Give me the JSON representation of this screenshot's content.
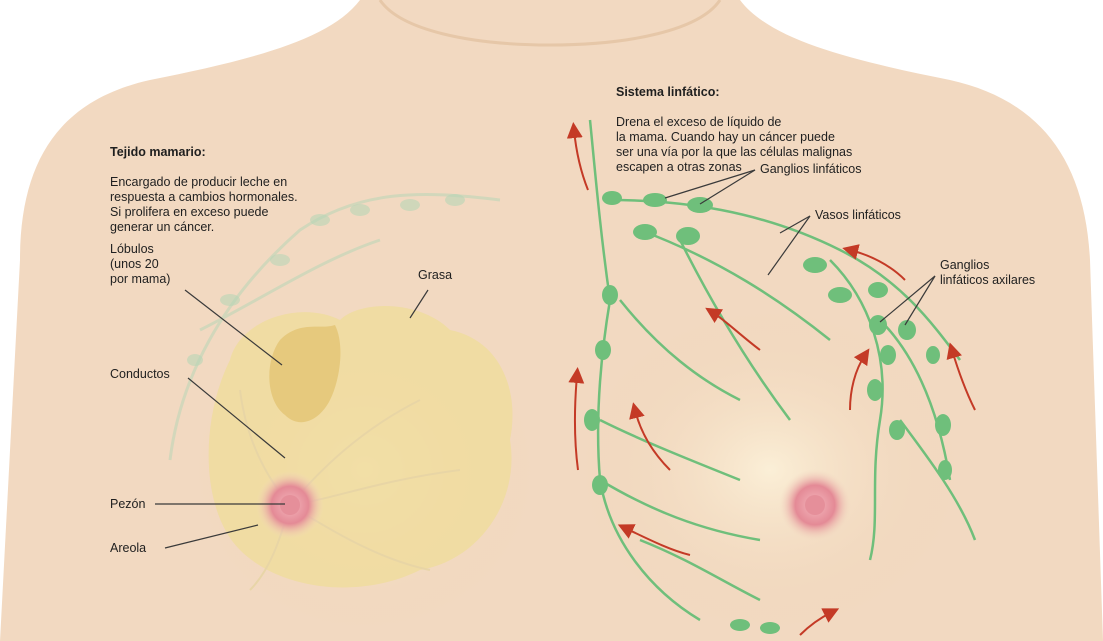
{
  "tejido": {
    "title": "Tejido mamario:",
    "body": "Encargado de producir leche en\nrespuesta a cambios hormonales.\nSi prolifera en exceso puede\ngenerar un cáncer."
  },
  "sistema": {
    "title": "Sistema linfático:",
    "body": "Drena el exceso de líquido de\nla mama. Cuando hay un cáncer puede\nser una vía por la que las células malignas\nescapen a otras zonas"
  },
  "labels": {
    "lobulos": "Lóbulos\n(unos 20\npor mama)",
    "grasa": "Grasa",
    "conductos": "Conductos",
    "pezon": "Pezón",
    "areola": "Areola",
    "ganglios": "Ganglios linfáticos",
    "vasos": "Vasos linfáticos",
    "ganglios_axilares": "Ganglios\nlinfáticos axilares"
  },
  "colors": {
    "skin": "#f2d9c1",
    "skin_shadow": "#e6c7a8",
    "gland": "#f0dc9e",
    "lymph": "#6fbf7b",
    "arrow": "#c43a26",
    "areola": "#e58f9a"
  }
}
